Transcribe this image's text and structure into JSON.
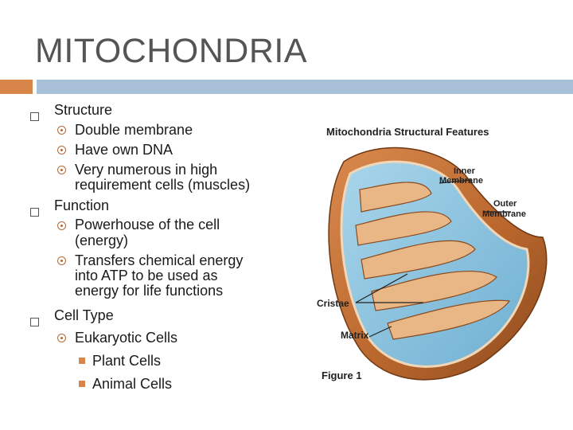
{
  "slide": {
    "title": "MITOCHONDRIA",
    "bullets": [
      {
        "text": "Structure",
        "sub": [
          {
            "text_lines": [
              "Double membrane"
            ]
          },
          {
            "text_lines": [
              "Have own DNA"
            ]
          },
          {
            "text_lines": [
              "Very numerous in high",
              "requirement cells (muscles)"
            ]
          }
        ]
      },
      {
        "text": "Function",
        "sub": [
          {
            "text_lines": [
              "Powerhouse of the cell",
              "(energy)"
            ]
          },
          {
            "text_lines": [
              "Transfers chemical energy",
              "into ATP to be used as",
              "energy for life functions"
            ]
          }
        ]
      },
      {
        "text": "Cell Type",
        "sub": [
          {
            "text_lines": [
              "Eukaryotic Cells"
            ],
            "sub": [
              "Plant Cells",
              "Animal Cells"
            ]
          }
        ]
      }
    ]
  },
  "figure": {
    "heading": "Mitochondria Structural Features",
    "labels": {
      "inner_1": "Inner",
      "inner_2": "Membrane",
      "outer_1": "Outer",
      "outer_2": "Membrane",
      "cristae": "Cristae",
      "matrix": "Matrix"
    },
    "caption": "Figure 1"
  },
  "colors": {
    "title": "#555555",
    "accent_orange": "#d8854a",
    "accent_blue": "#a8c0d8",
    "matrix_blue": "#8fc3dd",
    "membrane_brown": "#b8652c"
  }
}
